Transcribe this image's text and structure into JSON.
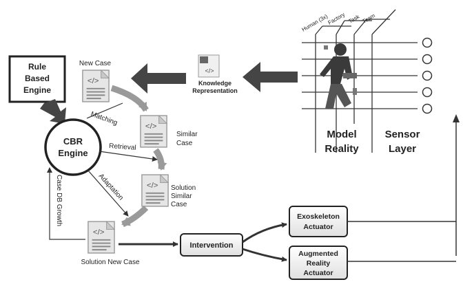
{
  "rule_engine": {
    "line1": "Rule",
    "line2": "Based",
    "line3": "Engine"
  },
  "cbr_engine": {
    "line1": "CBR",
    "line2": "Engine"
  },
  "cases": {
    "new_case": "New Case",
    "similar_case_1": "Similar",
    "similar_case_2": "Case",
    "solution_similar_1": "Solution",
    "solution_similar_2": "Similar",
    "solution_similar_3": "Case",
    "solution_new_case": "Solution New Case"
  },
  "edges": {
    "matching": "Matching",
    "retrieval": "Retrieval",
    "adaptation": "Adaptation",
    "case_db_growth": "Case DB Growth"
  },
  "knowledge": {
    "line1": "Knowledge",
    "line2": "Representation"
  },
  "grid_headers": [
    "Human (3x)",
    "Factory",
    "Task",
    "Team"
  ],
  "model_reality": {
    "line1": "Model",
    "line2": "Reality"
  },
  "sensor_layer": {
    "line1": "Sensor",
    "line2": "Layer"
  },
  "intervention": "Intervention",
  "exoskeleton": {
    "line1": "Exoskeleton",
    "line2": "Actuator"
  },
  "augmented": {
    "line1": "Augmented",
    "line2": "Reality",
    "line3": "Actuator"
  },
  "doc_glyph": "</>",
  "colors": {
    "arrow_dark": "#454545",
    "arrow_grey": "#9a9a9a",
    "doc_fill": "#e6e6e6",
    "box_border": "#222222"
  }
}
